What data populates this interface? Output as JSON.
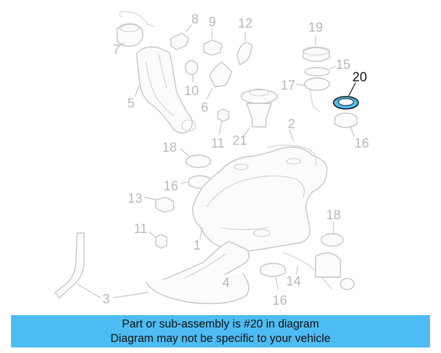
{
  "diagram": {
    "labels": {
      "n1": "1",
      "n2": "2",
      "n3": "3",
      "n4": "4",
      "n5": "5",
      "n6": "6",
      "n7": "7",
      "n8": "8",
      "n9": "9",
      "n10": "10",
      "n11a": "11",
      "n11b": "11",
      "n12": "12",
      "n13": "13",
      "n14": "14",
      "n15": "15",
      "n16a": "16",
      "n16b": "16",
      "n16c": "16",
      "n17": "17",
      "n18a": "18",
      "n18b": "18",
      "n19": "19",
      "n20": "20",
      "n21": "21"
    },
    "highlight_part": "20",
    "colors": {
      "highlight_ring": "#4dbcf2",
      "parts": "#c4c4c4"
    }
  },
  "banner": {
    "line1": "Part or sub-assembly is #20 in diagram",
    "line2": "Diagram may not be specific to your vehicle",
    "color": "#4dbcf2"
  }
}
